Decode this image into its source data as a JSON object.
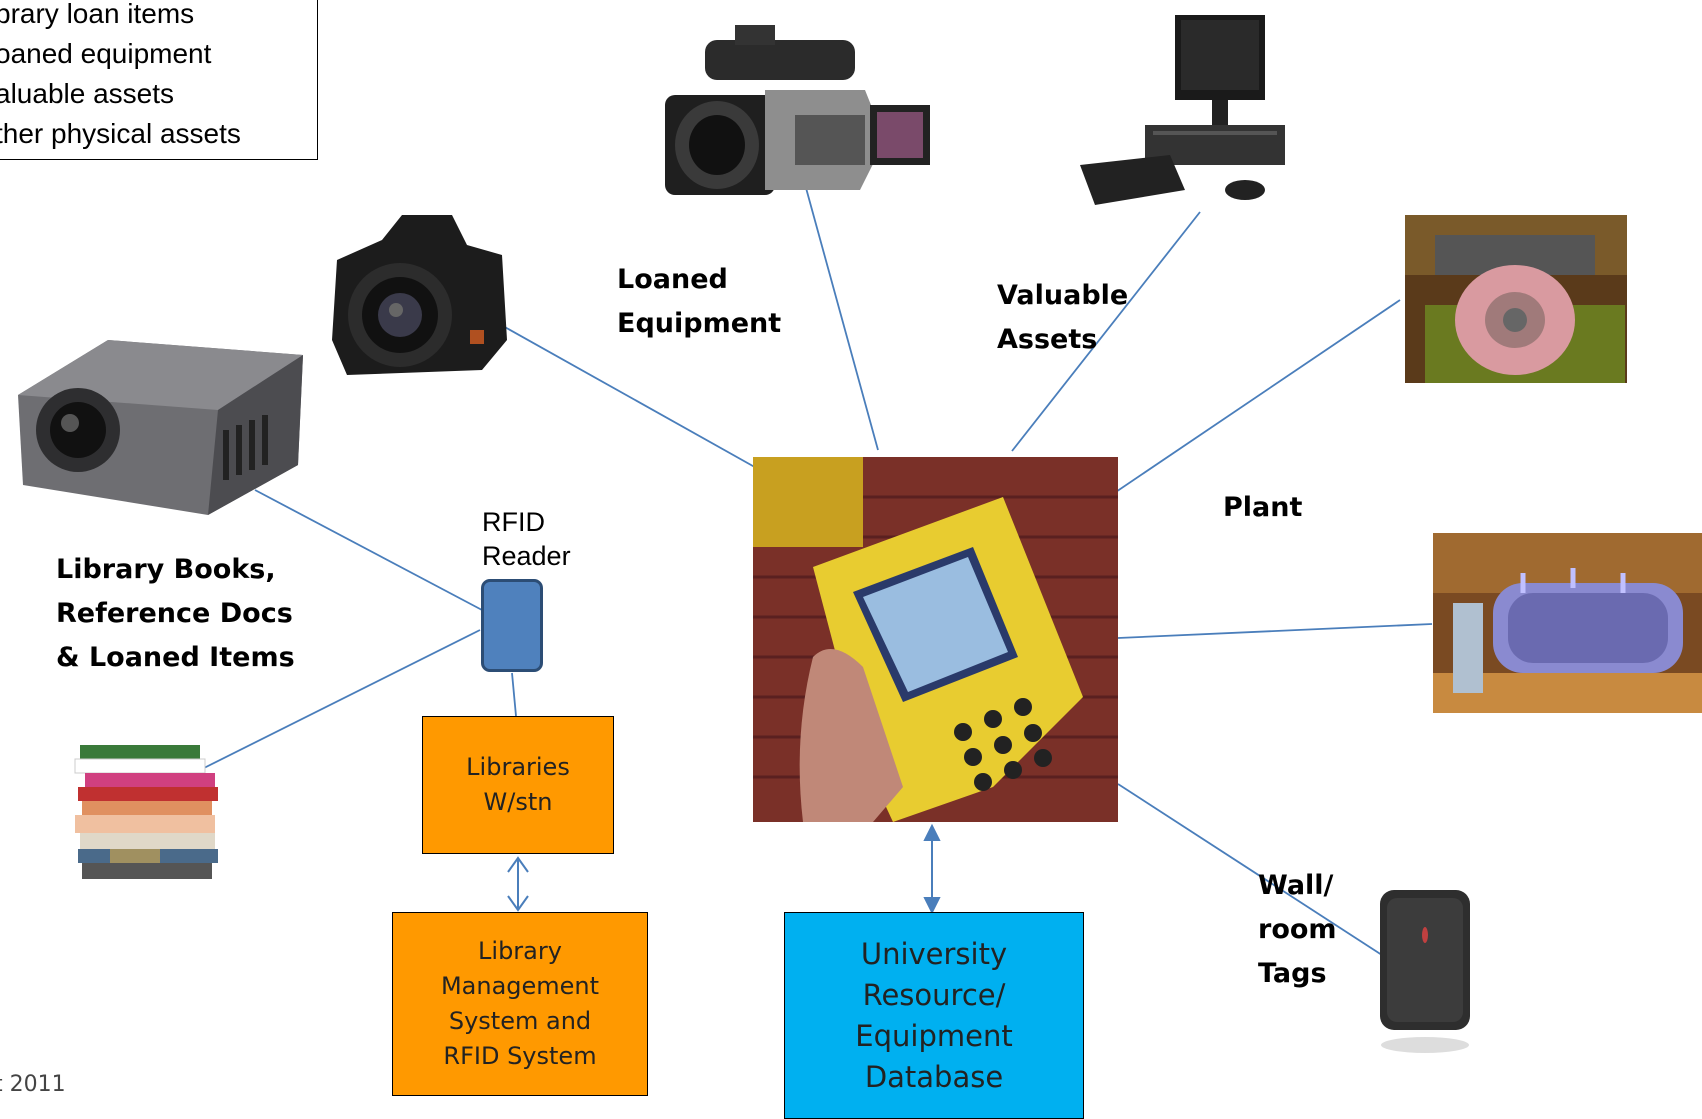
{
  "legend": {
    "items": [
      "brary loan items",
      "oaned equipment",
      "aluable assets",
      "ther physical assets"
    ]
  },
  "labels": {
    "loaned_equipment": [
      "Loaned",
      "Equipment"
    ],
    "valuable_assets": [
      "Valuable",
      "Assets"
    ],
    "plant": "Plant",
    "library_books": [
      "Library Books,",
      "Reference Docs",
      "& Loaned Items"
    ],
    "wall_room_tags": [
      "Wall/",
      "room",
      "Tags"
    ],
    "rfid_reader": [
      "RFID",
      "Reader"
    ]
  },
  "boxes": {
    "libraries_wstn": [
      "Libraries",
      "W/stn"
    ],
    "library_management": [
      "Library",
      "Management",
      "System and",
      "RFID System"
    ],
    "university_db": [
      "University",
      "Resource/",
      "Equipment",
      "Database"
    ]
  },
  "footer": "t 2011",
  "colors": {
    "orange_box": "#ff9900",
    "blue_box": "#00b0f0",
    "rfid_reader_fill": "#4f81bd",
    "connector": "#4a7ebb"
  }
}
